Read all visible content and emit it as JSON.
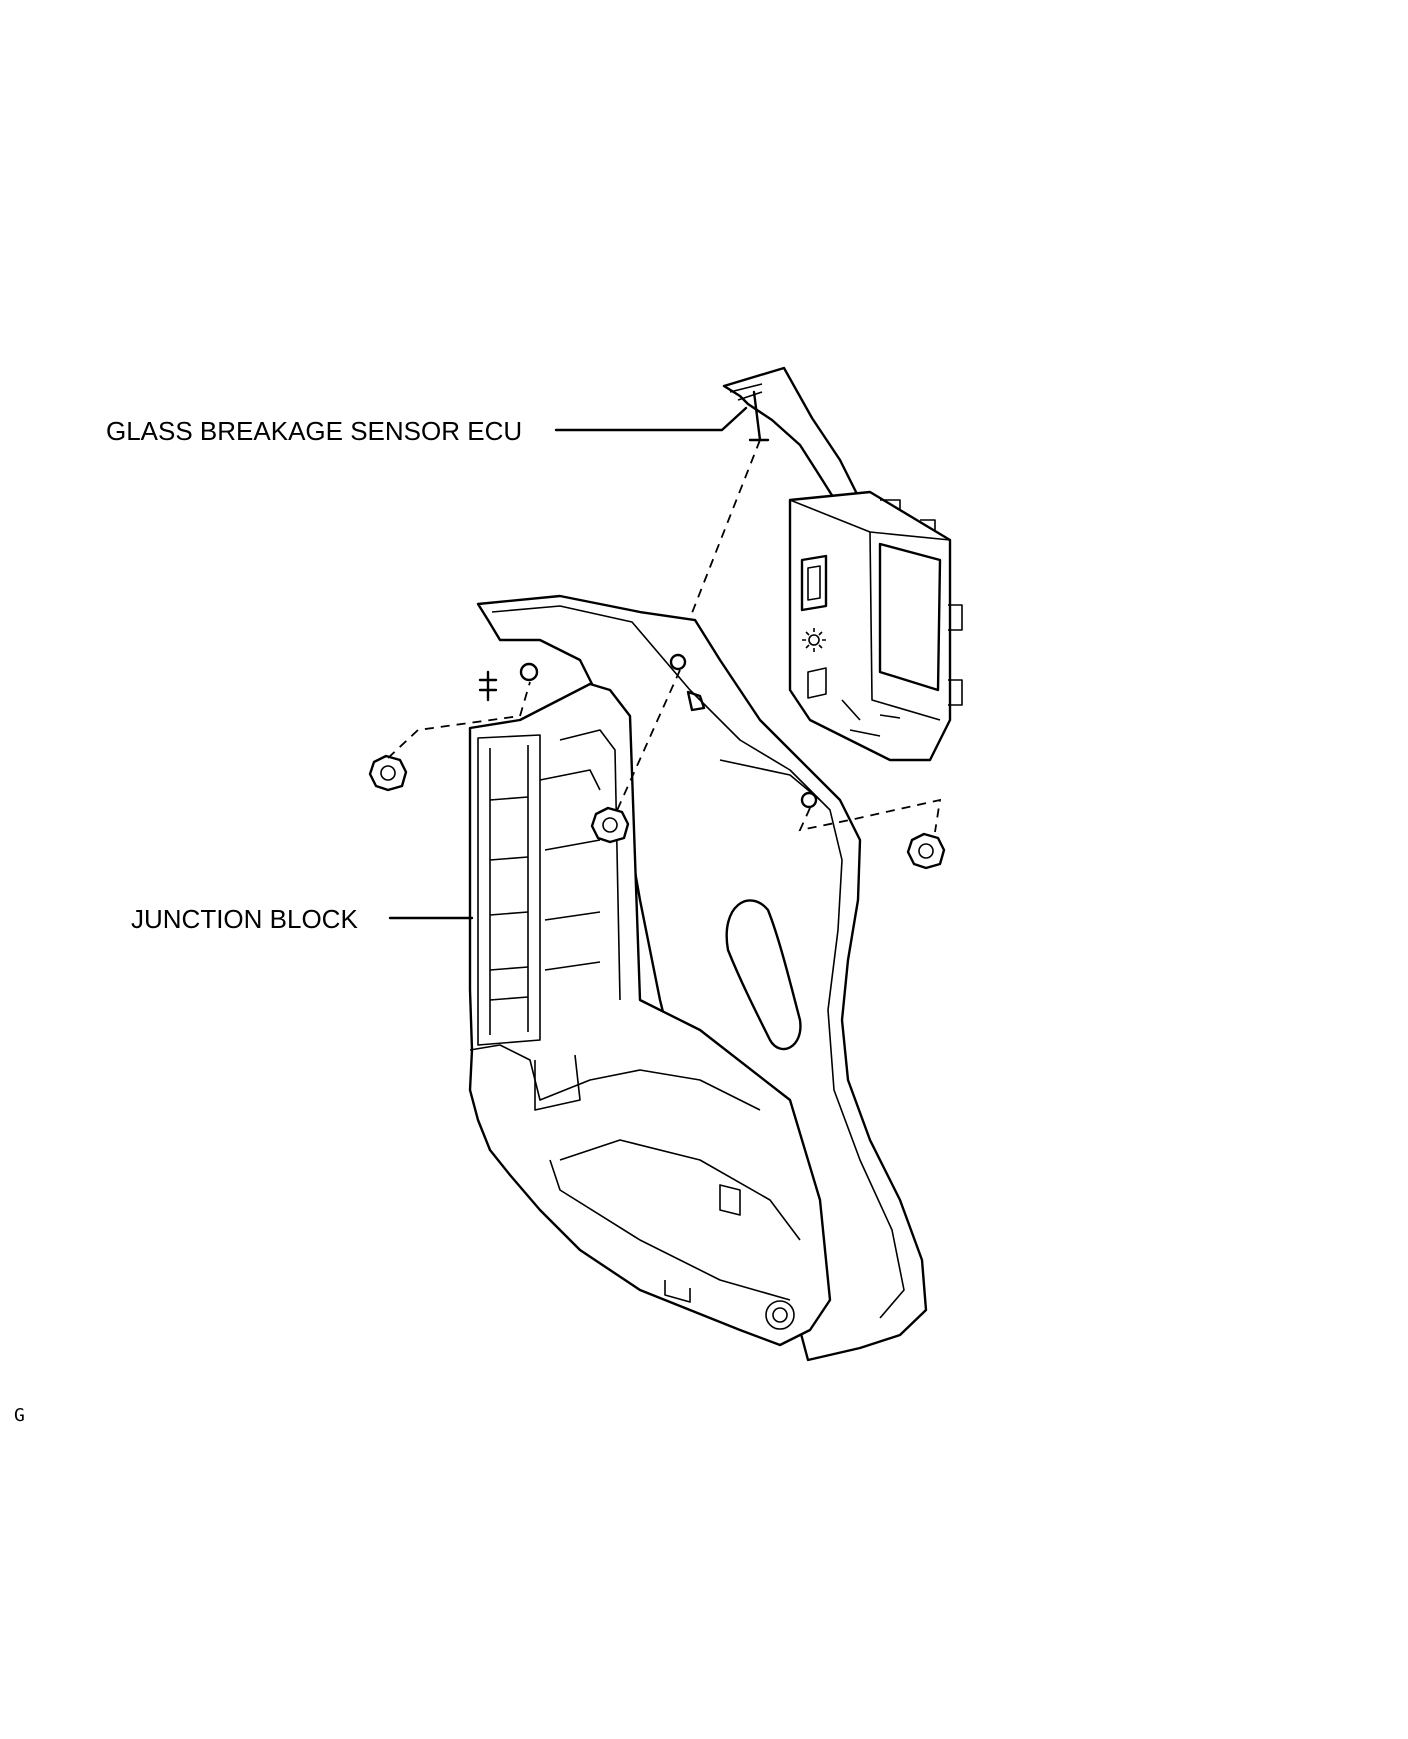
{
  "callouts": {
    "ecu_label": "GLASS BREAKAGE SENSOR ECU",
    "junction_block_label": "JUNCTION BLOCK"
  },
  "corner_mark": "G",
  "colors": {
    "line": "#000000",
    "background": "#ffffff"
  }
}
